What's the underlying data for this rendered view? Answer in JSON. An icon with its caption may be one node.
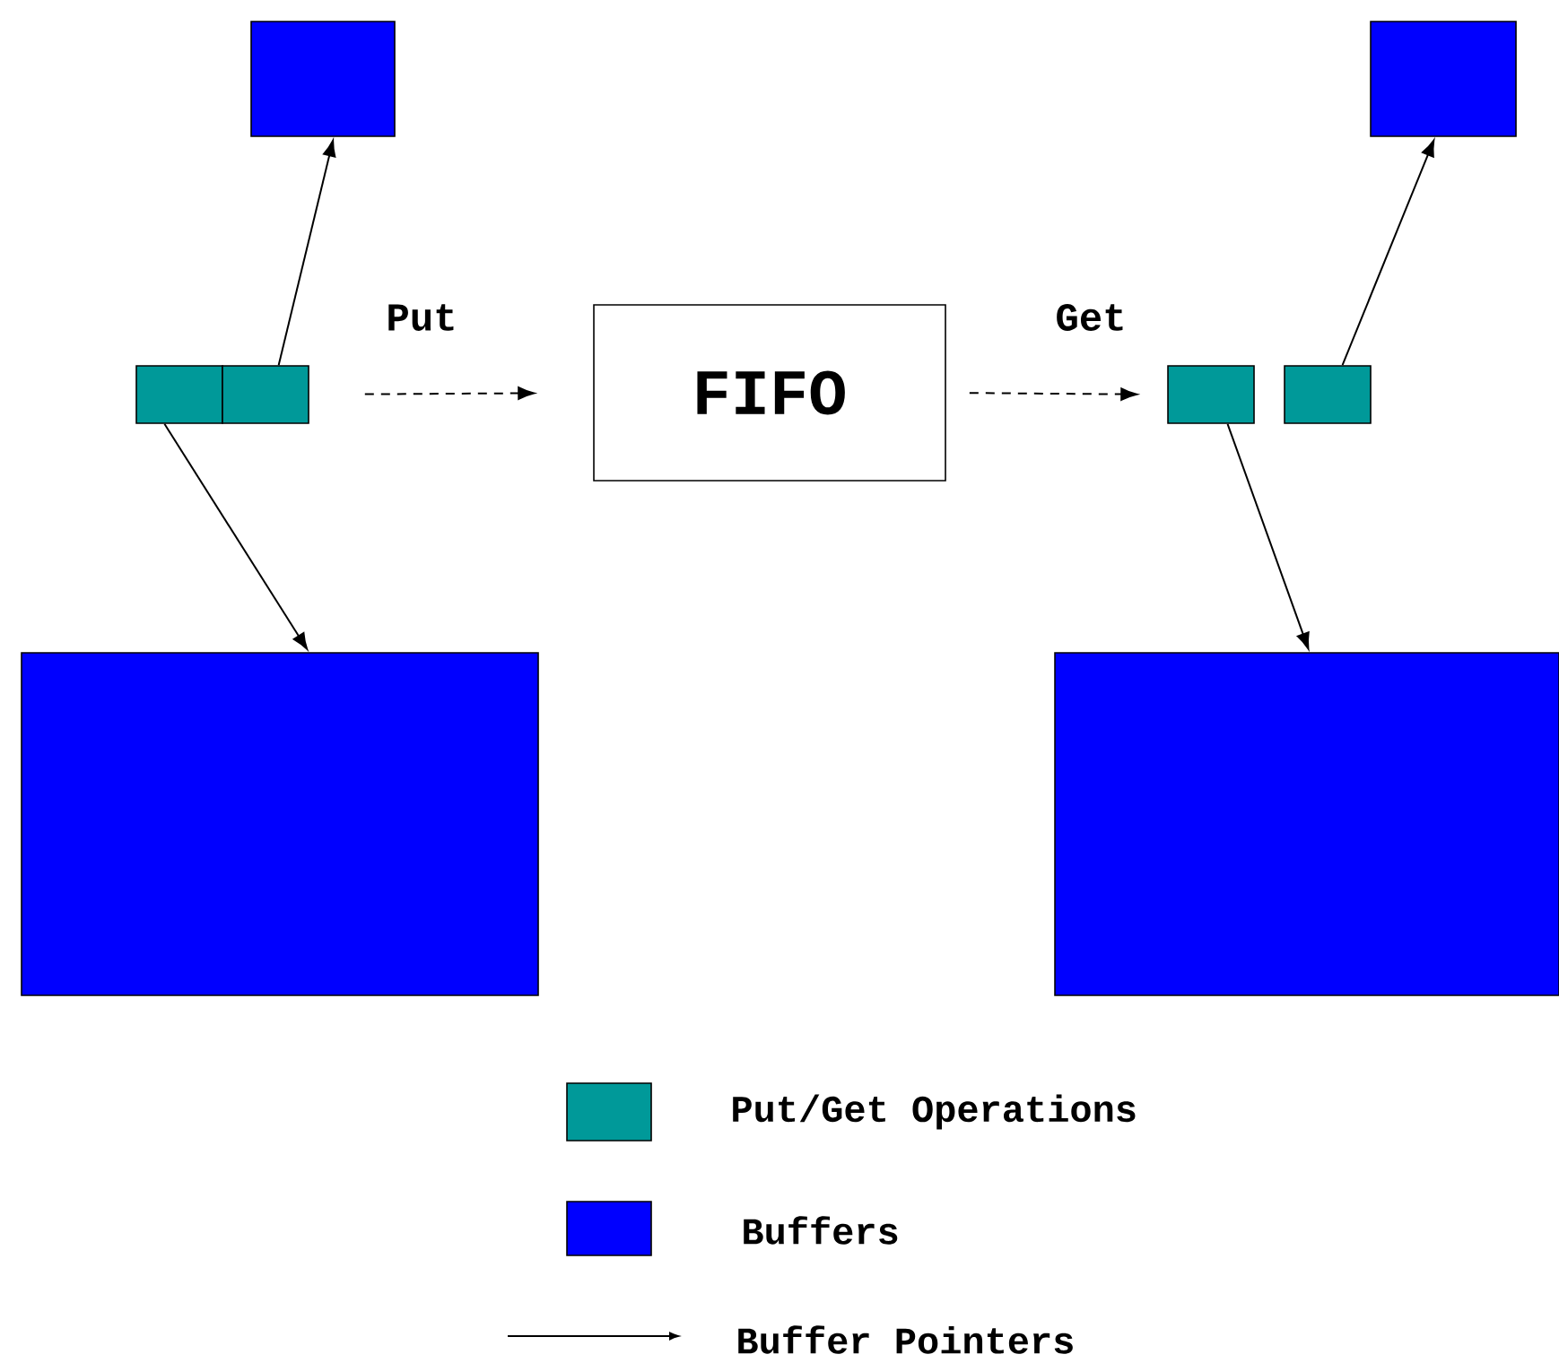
{
  "diagram": {
    "nodes": [
      {
        "text": [],
        "shape": "box"
      },
      {
        "text": [],
        "shape": "box"
      },
      {
        "text": [],
        "shape": "box"
      },
      {
        "text": [],
        "shape": "box"
      },
      {
        "text": [
          "FIFO"
        ]
      },
      {
        "text": [],
        "shape": "box"
      },
      {
        "text": [],
        "shape": "box"
      },
      {
        "text": [],
        "shape": "box"
      },
      {
        "text": [],
        "shape": "box"
      }
    ],
    "edges": [
      {
        "from": 2,
        "to": 0,
        "arrow": "to"
      },
      {
        "from": 1,
        "to": 3,
        "arrow": "to"
      },
      {
        "from": 2,
        "to": 4,
        "arrow": "to",
        "label": "Put",
        "style": "dashed"
      },
      {
        "from": 4,
        "to": 5,
        "arrow": "to",
        "label": "Get",
        "style": "dashed"
      },
      {
        "from": 5,
        "to": 8,
        "arrow": "to"
      },
      {
        "from": 6,
        "to": 7,
        "arrow": "to"
      }
    ],
    "legend": [
      {
        "text": "Put/Get Operations",
        "color": "#009999"
      },
      {
        "text": "Buffers",
        "color": "#0000ff"
      },
      {
        "text": "Buffer Pointers"
      }
    ]
  }
}
